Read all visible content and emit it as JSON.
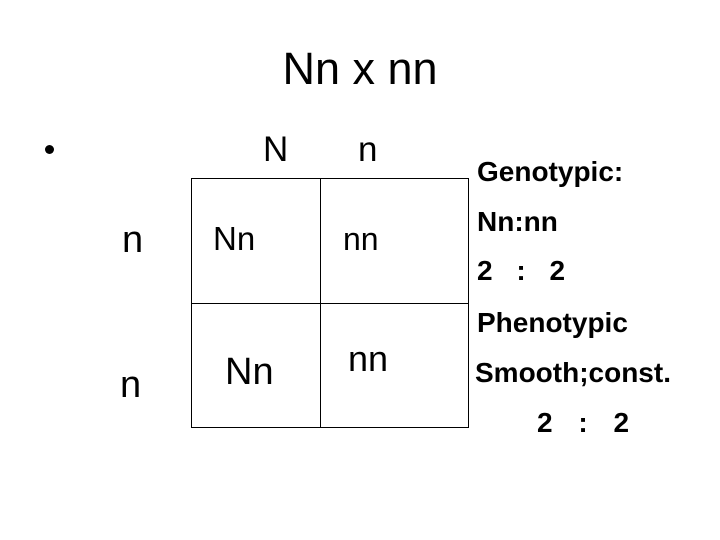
{
  "slide": {
    "title": "Nn x nn",
    "punnett": {
      "col_headers": [
        "N",
        "n"
      ],
      "row_headers": [
        "n",
        "n"
      ],
      "cells": [
        [
          "Nn",
          "nn"
        ],
        [
          "Nn",
          "nn"
        ]
      ]
    },
    "results": {
      "genotypic_label": "Genotypic:",
      "genotypic_pair": "Nn:nn",
      "genotypic_ratio": "2 : 2",
      "phenotypic_label": "Phenotypic",
      "phenotypic_trait": "Smooth;const.",
      "phenotypic_ratio": "2 : 2"
    },
    "colors": {
      "background": "#ffffff",
      "text": "#000000",
      "grid_line": "#000000"
    }
  }
}
